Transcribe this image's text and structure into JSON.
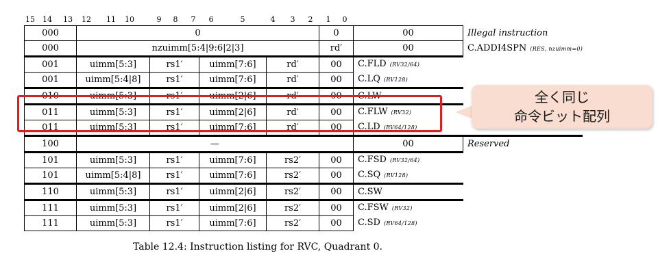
{
  "bit_labels": [
    "15",
    "14",
    "13",
    "12",
    "11",
    "10",
    "9",
    "8",
    "7",
    "6",
    "5",
    "4",
    "3",
    "2",
    "1",
    "0"
  ],
  "rows": [
    {
      "cells": [
        "000",
        "0",
        "0",
        "00"
      ],
      "name": "Illegal instruction",
      "note": "",
      "italic": true
    },
    {
      "cells": [
        "000",
        "nzuimm[5:4|9:6|2|3]",
        "rd′",
        "00"
      ],
      "name": "C.ADDI4SPN",
      "note": "(RES, nzuimm=0)",
      "italic": false
    },
    {
      "cells": [
        "001",
        "uimm[5:3]",
        "rs1′",
        "uimm[7:6]",
        "rd′",
        "00"
      ],
      "name": "C.FLD",
      "note": "(RV32/64)",
      "italic": false
    },
    {
      "cells": [
        "001",
        "uimm[5:4|8]",
        "rs1′",
        "uimm[7:6]",
        "rd′",
        "00"
      ],
      "name": "C.LQ",
      "note": "(RV128)",
      "italic": false
    },
    {
      "cells": [
        "010",
        "uimm[5:3]",
        "rs1′",
        "uimm[2|6]",
        "rd′",
        "00"
      ],
      "name": "C.LW",
      "note": "",
      "italic": false
    },
    {
      "cells": [
        "011",
        "uimm[5:3]",
        "rs1′",
        "uimm[2|6]",
        "rd′",
        "00"
      ],
      "name": "C.FLW",
      "note": "(RV32)",
      "italic": false
    },
    {
      "cells": [
        "011",
        "uimm[5:3]",
        "rs1′",
        "uimm[7:6]",
        "rd′",
        "00"
      ],
      "name": "C.LD",
      "note": "(RV64/128)",
      "italic": false
    },
    {
      "cells": [
        "100",
        "—",
        "00"
      ],
      "name": "Reserved",
      "note": "",
      "italic": true
    },
    {
      "cells": [
        "101",
        "uimm[5:3]",
        "rs1′",
        "uimm[7:6]",
        "rs2′",
        "00"
      ],
      "name": "C.FSD",
      "note": "(RV32/64)",
      "italic": false
    },
    {
      "cells": [
        "101",
        "uimm[5:4|8]",
        "rs1′",
        "uimm[7:6]",
        "rs2′",
        "00"
      ],
      "name": "C.SQ",
      "note": "(RV128)",
      "italic": false
    },
    {
      "cells": [
        "110",
        "uimm[5:3]",
        "rs1′",
        "uimm[2|6]",
        "rs2′",
        "00"
      ],
      "name": "C.SW",
      "note": "",
      "italic": false
    },
    {
      "cells": [
        "111",
        "uimm[5:3]",
        "rs1′",
        "uimm[2|6]",
        "rs2′",
        "00"
      ],
      "name": "C.FSW",
      "note": "(RV32)",
      "italic": false
    },
    {
      "cells": [
        "111",
        "uimm[5:3]",
        "rs1′",
        "uimm[7:6]",
        "rs2′",
        "00"
      ],
      "name": "C.SD",
      "note": "(RV64/128)",
      "italic": false
    }
  ],
  "caption": "Table 12.4: Instruction listing for RVC, Quadrant 0.",
  "callout": {
    "line1": "全く同じ",
    "line2": "命令ビット配列"
  },
  "colors": {
    "highlight": "#e21b1b",
    "callout_bg": "#f9ddd0"
  }
}
